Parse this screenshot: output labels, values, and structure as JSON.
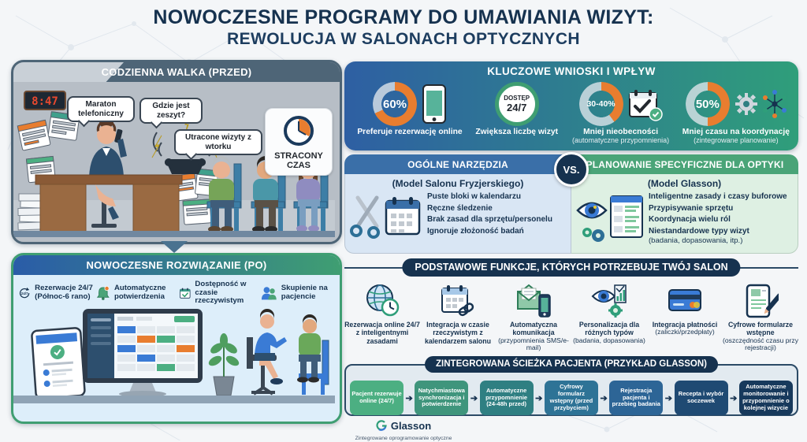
{
  "title": {
    "line1": "NOWOCZESNE PROGRAMY DO UMAWIANIA WIZYT:",
    "line2": "REWOLUCJA W SALONACH OPTYCZNYCH"
  },
  "before": {
    "header": "CODZIENNA WALKA (PRZED)",
    "clock_time": "8:47",
    "bubbles": [
      "Maraton telefoniczny",
      "Gdzie jest zeszyt?",
      "Utracone wizyty z wtorku"
    ],
    "badge_line1": "STRACONY",
    "badge_line2": "CZAS"
  },
  "after": {
    "header": "NOWOCZESNE ROZWIĄZANIE (PO)",
    "badge_24_7": "24/7",
    "items": [
      {
        "icon": "24-7-arrows-icon",
        "label": "Rezerwacje 24/7 (Północ-6 rano)"
      },
      {
        "icon": "bell-icon",
        "label": "Automatyczne potwierdzenia"
      },
      {
        "icon": "calendar-check-icon",
        "label": "Dostępność w czasie rzeczywistym"
      },
      {
        "icon": "people-icon",
        "label": "Skupienie na pacjencie"
      }
    ]
  },
  "insights": {
    "header": "KLUCZOWE WNIOSKI I WPŁYW",
    "stats": [
      {
        "value": "60%",
        "pct": 68,
        "label": "Preferuje rezerwację online",
        "sublabel": ""
      },
      {
        "value_top": "DOSTĘP",
        "value_bottom": "24/7",
        "label": "Zwiększa liczbę wizyt",
        "sublabel": ""
      },
      {
        "value": "30-40%",
        "pct": 40,
        "label": "Mniej nieobecności",
        "sublabel": "(automatyczne przypomnienia)"
      },
      {
        "value": "50%",
        "pct": 50,
        "label": "Mniej czasu na koordynację",
        "sublabel": "(zintegrowane planowanie)"
      }
    ]
  },
  "comparison": {
    "vs": "VS.",
    "left": {
      "header": "OGÓLNE NARZĘDZIA",
      "subtitle": "(Model Salonu Fryzjerskiego)",
      "items": [
        "Puste bloki w kalendarzu",
        "Ręczne śledzenie",
        "Brak zasad dla sprzętu/personelu",
        "Ignoruje złożoność badań"
      ]
    },
    "right": {
      "header": "PLANOWANIE SPECYFICZNE DLA OPTYKI",
      "subtitle": "(Model Glasson)",
      "items": [
        "Inteligentne zasady i czasy buforowe",
        "Przypisywanie sprzętu",
        "Koordynacja wielu ról",
        "Niestandardowe typy wizyt"
      ],
      "note": "(badania, dopasowania, itp.)"
    }
  },
  "features": {
    "header": "PODSTAWOWE FUNKCJE, KTÓRYCH POTRZEBUJE TWÓJ SALON",
    "items": [
      {
        "icon": "globe-clock-icon",
        "title": "Rezerwacja online 24/7 z inteligentnymi zasadami",
        "sub": ""
      },
      {
        "icon": "calendar-link-icon",
        "title": "Integracja w czasie rzeczywistym z kalendarzem salonu",
        "sub": ""
      },
      {
        "icon": "mail-phone-icon",
        "title": "Automatyczna komunikacja",
        "sub": "(przypomnienia SMS/e-mail)"
      },
      {
        "icon": "eye-chart-gear-icon",
        "title": "Personalizacja dla różnych typów",
        "sub": "(badania, dopasowania)"
      },
      {
        "icon": "credit-card-icon",
        "title": "Integracja płatności",
        "sub": "(zaliczki/przedpłaty)"
      },
      {
        "icon": "tablet-pen-icon",
        "title": "Cyfrowe formularze wstępne",
        "sub": "(oszczędność czasu przy rejestracji)"
      }
    ]
  },
  "journey": {
    "header": "ZINTEGROWANA ŚCIEŻKA PACJENTA (PRZYKŁAD GLASSON)",
    "steps": [
      {
        "label": "Pacjent rezerwuje online (24/7)",
        "color": "#4caf82"
      },
      {
        "label": "Natychmiastowa synchronizacja i potwierdzenie",
        "color": "#3f957c"
      },
      {
        "label": "Automatyczne przypomnienie (24-48h przed)",
        "color": "#2f7f82"
      },
      {
        "label": "Cyfrowy formularz wstępny (przed przybyciem)",
        "color": "#2e7396"
      },
      {
        "label": "Rejestracja pacjenta i przebieg badania",
        "color": "#2d6596"
      },
      {
        "label": "Recepta i wybór soczewek",
        "color": "#1f4a73"
      },
      {
        "label": "Automatyczne monitorowanie i przypomnienie o kolejnej wizycie",
        "color": "#17395c"
      }
    ]
  },
  "footer": {
    "brand": "Glasson",
    "tagline": "Zintegrowane oprogramowanie optyczne"
  },
  "colors": {
    "accent_orange": "#e87d2f",
    "navy": "#16324f",
    "slate_header": "#4e6577",
    "blue_header": "#3a6fa8",
    "green_header": "#4aa478",
    "insight_gradient_left": "#2e5fa3",
    "insight_gradient_right": "#2f9e7a"
  }
}
